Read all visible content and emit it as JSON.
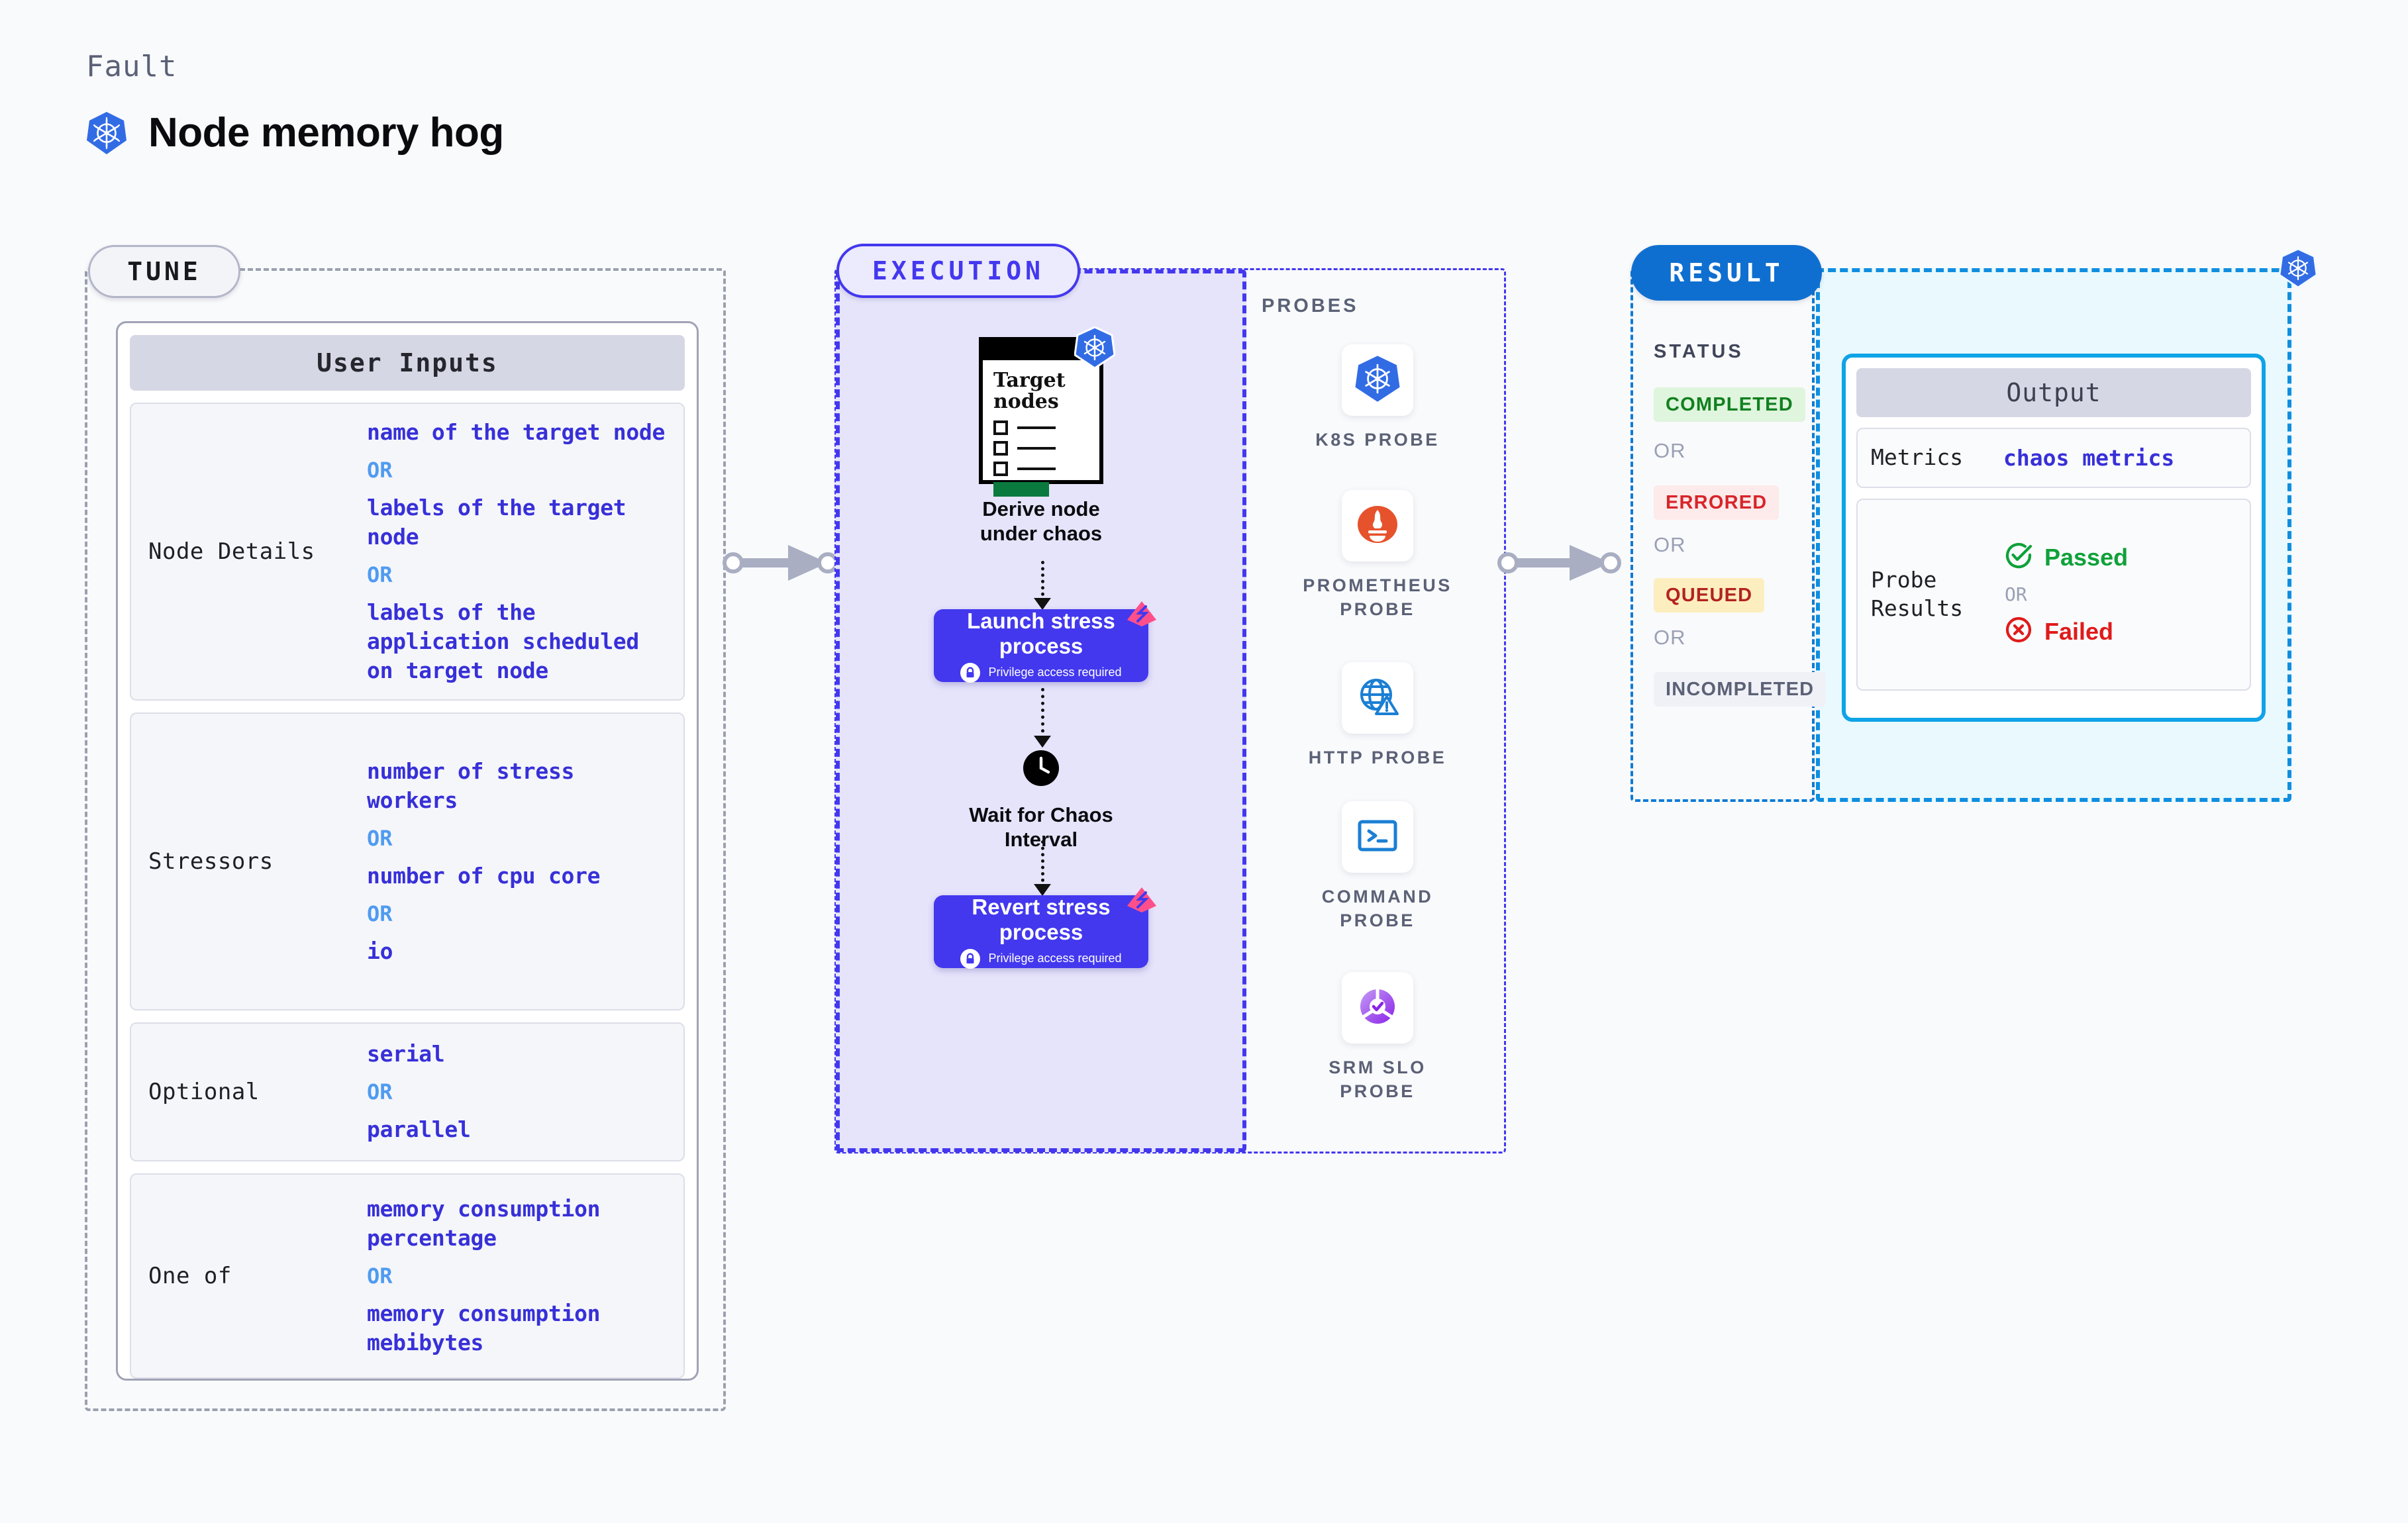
{
  "header": {
    "eyebrow": "Fault",
    "title": "Node memory hog",
    "logo_icon": "kubernetes-icon"
  },
  "tune": {
    "chip_label": "TUNE",
    "card_title": "User Inputs",
    "groups": [
      {
        "name": "Node Details",
        "values": [
          "name of the target node",
          "labels of the target node",
          "labels of the application  scheduled on target node"
        ],
        "or_label": "OR"
      },
      {
        "name": "Stressors",
        "values": [
          "number of stress workers",
          "number of cpu core",
          "io"
        ],
        "or_label": "OR"
      },
      {
        "name": "Optional",
        "values": [
          "serial",
          "parallel"
        ],
        "or_label": "OR"
      },
      {
        "name": "One of",
        "values": [
          "memory consumption percentage",
          "memory consumption mebibytes"
        ],
        "or_label": "OR"
      }
    ]
  },
  "execution": {
    "chip_label": "EXECUTION",
    "steps": [
      {
        "id": "derive-node",
        "caption": "Derive node under chaos",
        "card_title": "Target nodes",
        "icon": "kubernetes-icon"
      },
      {
        "id": "launch-stress",
        "title": "Launch stress process",
        "subtitle": "Privilege access required",
        "icon": "lock-icon"
      },
      {
        "id": "wait-interval",
        "caption": "Wait for Chaos Interval",
        "icon": "clock-icon"
      },
      {
        "id": "revert-stress",
        "title": "Revert stress process",
        "subtitle": "Privilege access required",
        "icon": "lock-icon"
      }
    ]
  },
  "probes": {
    "label": "PROBES",
    "items": [
      {
        "name": "K8S PROBE",
        "icon": "kubernetes-icon"
      },
      {
        "name": "PROMETHEUS PROBE",
        "icon": "prometheus-icon"
      },
      {
        "name": "HTTP PROBE",
        "icon": "globe-warning-icon"
      },
      {
        "name": "COMMAND PROBE",
        "icon": "terminal-icon"
      },
      {
        "name": "SRM SLO PROBE",
        "icon": "srm-slo-icon"
      }
    ]
  },
  "result": {
    "chip_label": "RESULT",
    "status_label": "STATUS",
    "or_label": "OR",
    "statuses": [
      {
        "label": "COMPLETED",
        "bg": "#dff5dd",
        "fg": "#11801f"
      },
      {
        "label": "ERRORED",
        "bg": "#fdeaea",
        "fg": "#d7252a"
      },
      {
        "label": "QUEUED",
        "bg": "#fdeec0",
        "fg": "#b3231f"
      },
      {
        "label": "INCOMPLETED",
        "bg": "#f0f1f6",
        "fg": "#5b6176"
      }
    ],
    "output": {
      "title": "Output",
      "metrics_label": "Metrics",
      "metrics_value": "chaos metrics",
      "probe_results_label": "Probe Results",
      "passed_label": "Passed",
      "failed_label": "Failed",
      "or_label": "OR"
    },
    "corner_icon": "kubernetes-icon"
  },
  "colors": {
    "accent_purple": "#4338ee",
    "accent_blue": "#0f7ad4",
    "value_text": "#3730d8",
    "or_text": "#4f9bf0",
    "pass_green": "#0fa13a",
    "fail_red": "#e01b1b"
  }
}
